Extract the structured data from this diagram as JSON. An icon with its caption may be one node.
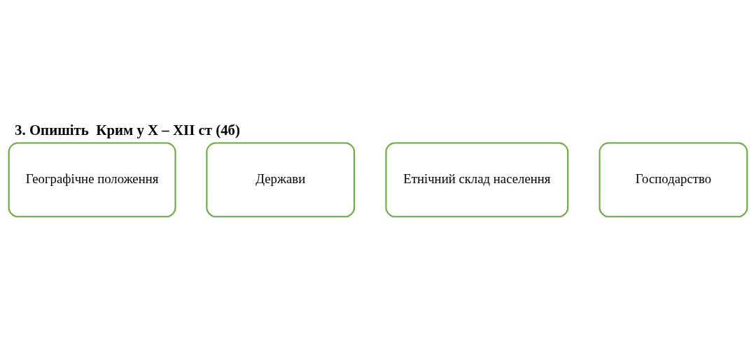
{
  "diagram": {
    "title": "3. Опишіть  Крим у Х – ХІІ ст (4б)",
    "nodes": [
      {
        "text": [
          "Географічне положення"
        ]
      },
      {
        "text": [
          "Держави"
        ]
      },
      {
        "text": [
          "Етнічний склад населення"
        ]
      },
      {
        "text": [
          "Господарство"
        ]
      }
    ]
  }
}
